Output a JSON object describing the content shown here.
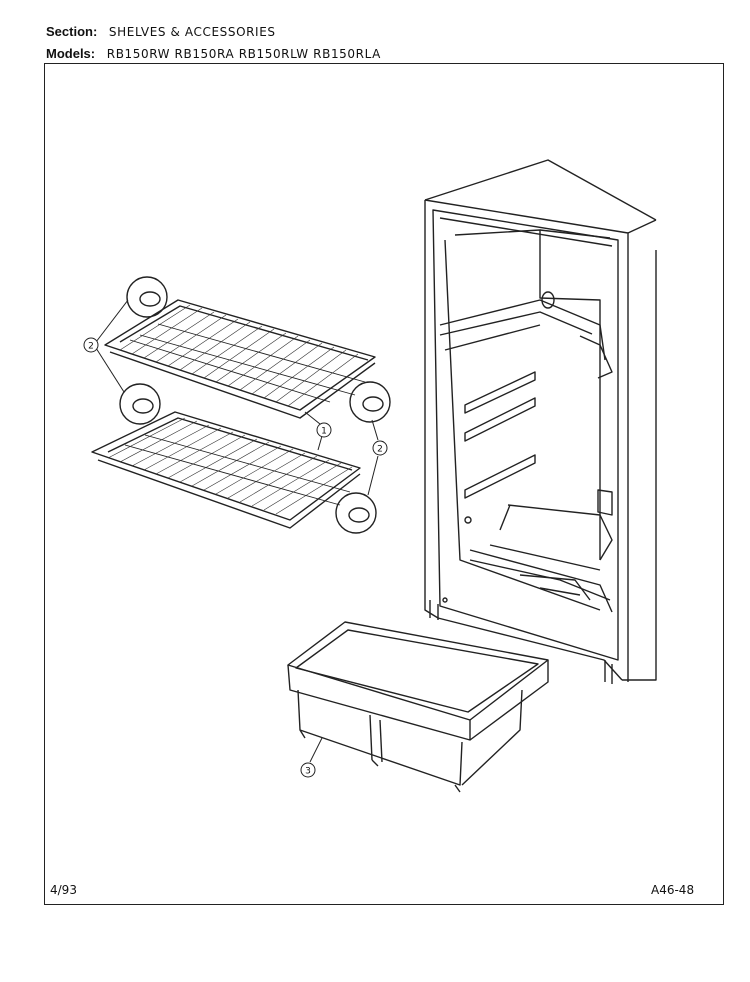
{
  "header": {
    "section_label": "Section:",
    "section_value": "SHELVES & ACCESSORIES",
    "models_label": "Models:",
    "models_value": "RB150RW  RB150RA  RB150RLW  RB150RLA"
  },
  "callouts": {
    "shelf": "1",
    "shelf_clip": "2",
    "crisper": "3"
  },
  "footer": {
    "date": "4/93",
    "code": "A46-48"
  }
}
